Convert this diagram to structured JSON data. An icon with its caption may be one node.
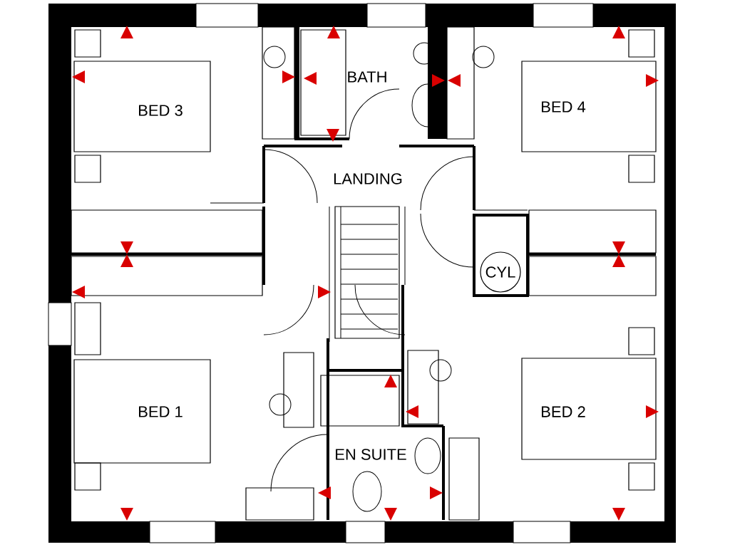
{
  "diagram": {
    "nodes": [
      {
        "text": [
          "CYL"
        ]
      }
    ],
    "labels": [
      "BED 3",
      "BATH",
      "BED 4",
      "LANDING",
      "BED 1",
      "EN SUITE",
      "BED 2"
    ]
  }
}
